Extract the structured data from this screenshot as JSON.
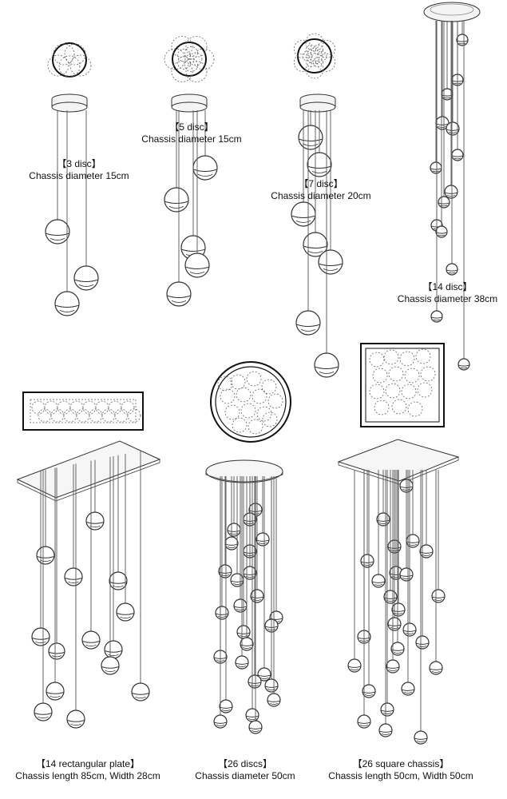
{
  "colors": {
    "line": "#555555",
    "ball_fill": "#ffffff",
    "ball_stroke": "#333333",
    "background": "#ffffff"
  },
  "models": [
    {
      "id": "disc-3",
      "title": "【3 disc】",
      "detail": "Chassis diameter 15cm",
      "pendant_count": 3
    },
    {
      "id": "disc-5",
      "title": "【5 disc】",
      "detail": "Chassis diameter 15cm",
      "pendant_count": 5
    },
    {
      "id": "disc-7",
      "title": "【7 disc】",
      "detail": "Chassis diameter 20cm",
      "pendant_count": 7
    },
    {
      "id": "disc-14",
      "title": "【14 disc】",
      "detail": "Chassis diameter 38cm",
      "pendant_count": 14
    },
    {
      "id": "rect-14",
      "title": "【14 rectangular plate】",
      "detail": "Chassis length 85cm,   Width 28cm",
      "pendant_count": 14
    },
    {
      "id": "disc-26",
      "title": "【26 discs】",
      "detail": "Chassis diameter 50cm",
      "pendant_count": 26
    },
    {
      "id": "square-26",
      "title": "【26 square chassis】",
      "detail": "Chassis length 50cm,   Width 50cm",
      "pendant_count": 26
    }
  ]
}
